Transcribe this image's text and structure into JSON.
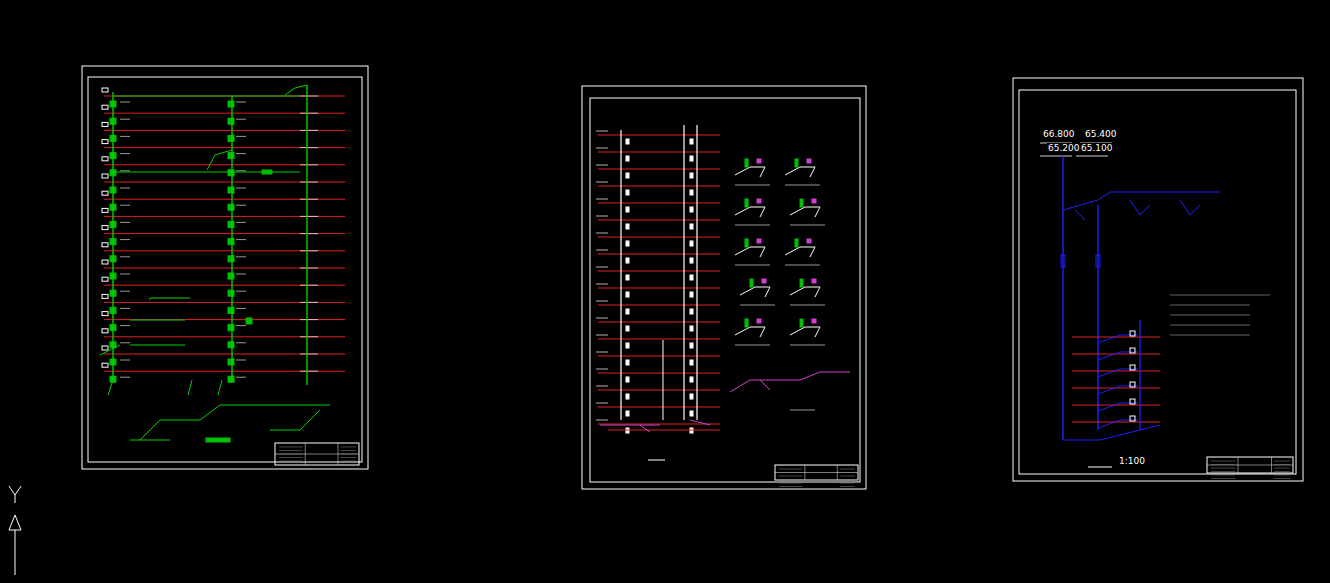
{
  "diagram": {
    "labels": [
      "66.800",
      "65.400",
      "65.200",
      "65.100",
      "1:100"
    ]
  }
}
